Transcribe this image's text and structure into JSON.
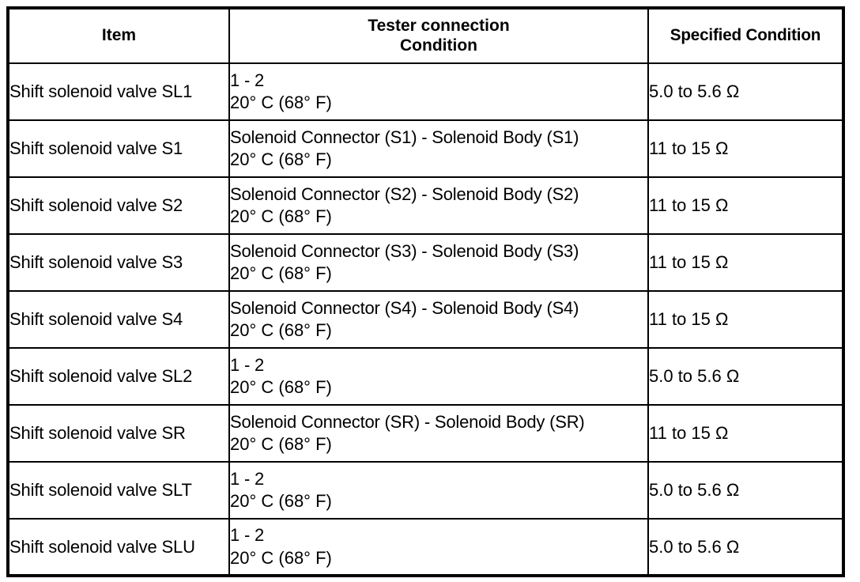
{
  "table": {
    "columns": [
      {
        "id": "item",
        "label": "Item",
        "lines": [
          "Item"
        ]
      },
      {
        "id": "condition",
        "label": "Tester connection Condition",
        "lines": [
          "Tester connection",
          "Condition"
        ]
      },
      {
        "id": "specified",
        "label": "Specified Condition",
        "lines": [
          "Specified Condition"
        ]
      }
    ],
    "rows": [
      {
        "item": "Shift solenoid valve SL1",
        "tester_connection": "1 - 2",
        "temperature": "20° C (68° F)",
        "specified_condition": "5.0 to 5.6 Ω"
      },
      {
        "item": "Shift solenoid valve S1",
        "tester_connection": "Solenoid Connector (S1) - Solenoid Body (S1)",
        "temperature": "20° C (68° F)",
        "specified_condition": "11 to 15 Ω"
      },
      {
        "item": "Shift solenoid valve S2",
        "tester_connection": "Solenoid Connector (S2) - Solenoid Body (S2)",
        "temperature": "20° C (68° F)",
        "specified_condition": "11 to 15 Ω"
      },
      {
        "item": "Shift solenoid valve S3",
        "tester_connection": "Solenoid Connector (S3) - Solenoid Body (S3)",
        "temperature": "20° C (68° F)",
        "specified_condition": "11 to 15 Ω"
      },
      {
        "item": "Shift solenoid valve S4",
        "tester_connection": "Solenoid Connector (S4) - Solenoid Body (S4)",
        "temperature": "20° C (68° F)",
        "specified_condition": "11 to 15 Ω"
      },
      {
        "item": "Shift solenoid valve SL2",
        "tester_connection": "1 - 2",
        "temperature": "20° C (68° F)",
        "specified_condition": "5.0 to 5.6 Ω"
      },
      {
        "item": "Shift solenoid valve SR",
        "tester_connection": "Solenoid Connector (SR) - Solenoid Body (SR)",
        "temperature": "20° C (68° F)",
        "specified_condition": "11 to 15 Ω"
      },
      {
        "item": "Shift solenoid valve SLT",
        "tester_connection": "1 - 2",
        "temperature": "20° C (68° F)",
        "specified_condition": "5.0 to 5.6 Ω"
      },
      {
        "item": "Shift solenoid valve SLU",
        "tester_connection": "1 - 2",
        "temperature": "20° C (68° F)",
        "specified_condition": "5.0 to 5.6 Ω"
      }
    ]
  },
  "colors": {
    "border": "#000000",
    "text": "#000000",
    "background": "#ffffff"
  }
}
